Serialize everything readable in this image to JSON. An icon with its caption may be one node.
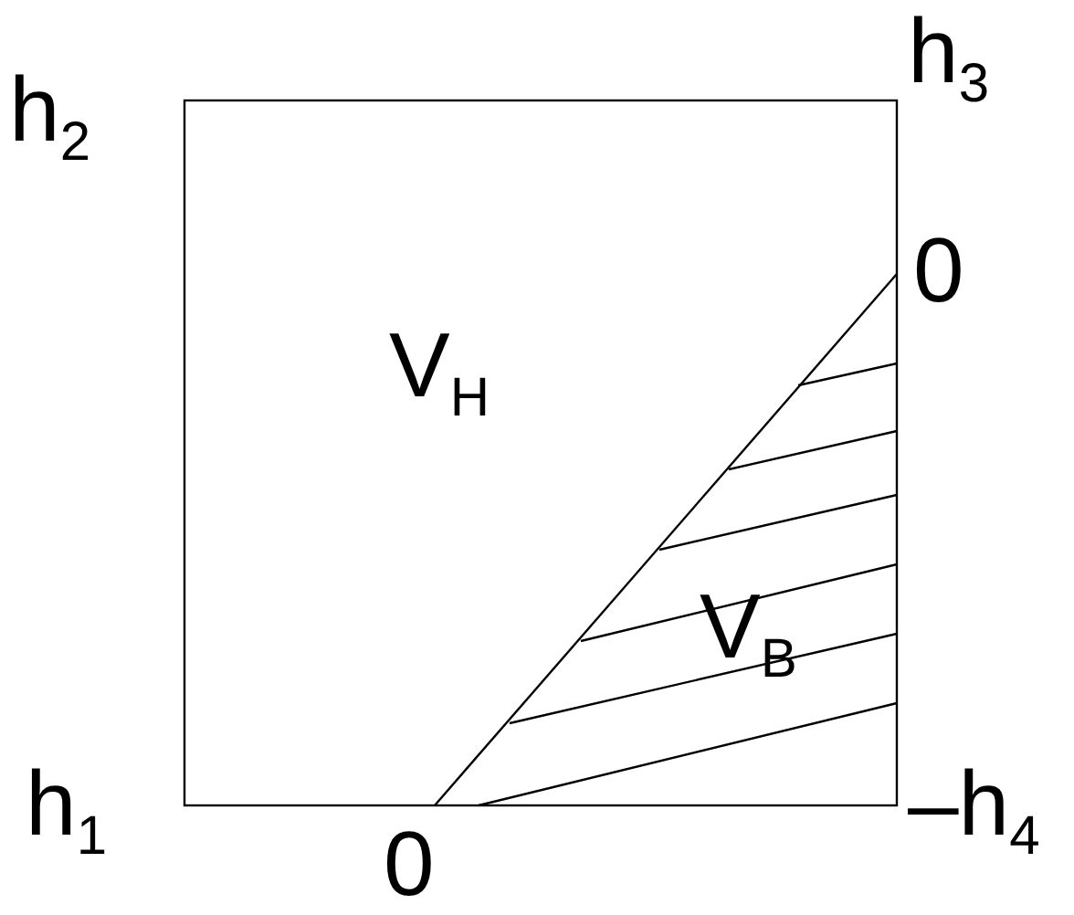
{
  "diagram": {
    "labels": [
      "h$_{2}$",
      "h$_{3}$",
      "0",
      "V$_{H}$",
      "V$_{B}$",
      "h$_{1}$",
      "0",
      "–h$_{4}$"
    ]
  }
}
